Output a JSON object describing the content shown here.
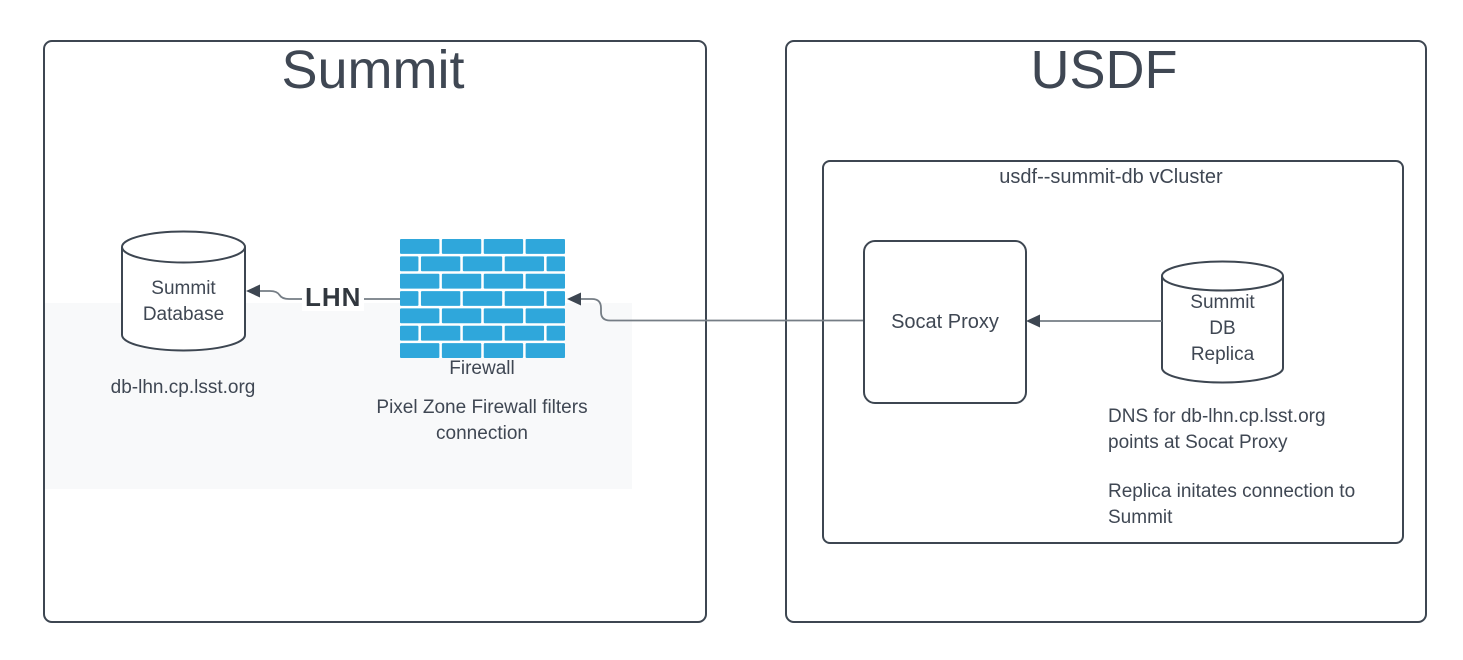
{
  "summit": {
    "title": "Summit",
    "database": {
      "label": "Summit\nDatabase",
      "hostname": "db-lhn.cp.lsst.org"
    },
    "firewall": {
      "label": "Firewall",
      "note": "Pixel Zone Firewall filters\nconnection"
    },
    "lhn_link_label": "LHN"
  },
  "usdf": {
    "title": "USDF",
    "vcluster": {
      "label": "usdf--summit-db vCluster",
      "socat_proxy_label": "Socat Proxy",
      "replica_label": "Summit\nDB\nReplica",
      "dns_note": "DNS for db-lhn.cp.lsst.org\npoints at Socat Proxy",
      "replica_note": "Replica initates connection to\nSummit"
    }
  },
  "icons": {
    "firewall": "firewall-brick-wall-icon",
    "summit_database": "database-cylinder-icon",
    "summit_db_replica": "database-cylinder-icon"
  },
  "colors": {
    "border": "#3d4651",
    "line": "#757d85",
    "arrow": "#3d4651",
    "text": "#3f4753",
    "lhn": "#31373e",
    "brick": "#2fa7db",
    "band": "#f8f9fa"
  }
}
